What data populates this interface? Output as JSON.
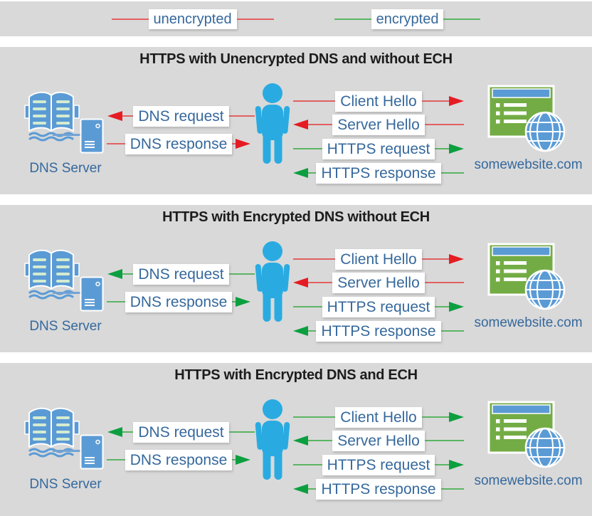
{
  "legend": {
    "items": [
      {
        "label": "unencrypted",
        "encrypted": false
      },
      {
        "label": "encrypted",
        "encrypted": true
      }
    ]
  },
  "colors": {
    "unencrypted_line": "#e26060",
    "unencrypted_arrow": "#e51c23",
    "encrypted_line": "#5bb563",
    "encrypted_arrow": "#0c9f3f",
    "panel_background": "#d9d9d9",
    "label_text": "#35689c",
    "title_text": "#1c1c1c",
    "person_blue": "#29abe2",
    "icon_blue": "#5b9bd5",
    "website_green": "#73ac44"
  },
  "icons": {
    "dns_server": "dns-directory-book-and-server-icon",
    "user": "person-icon",
    "website": "browser-window-with-globe-icon"
  },
  "panels": [
    {
      "title": "HTTPS with Unencrypted DNS and without ECH",
      "dns_server_label": "DNS Server",
      "website_label": "somewebsite.com",
      "dns_arrows": [
        {
          "label": "DNS request",
          "direction": "left",
          "encrypted": false
        },
        {
          "label": "DNS response",
          "direction": "right",
          "encrypted": false
        }
      ],
      "https_arrows": [
        {
          "label": "Client Hello",
          "direction": "right",
          "encrypted": false
        },
        {
          "label": "Server Hello",
          "direction": "left",
          "encrypted": false
        },
        {
          "label": "HTTPS request",
          "direction": "right",
          "encrypted": true
        },
        {
          "label": "HTTPS response",
          "direction": "left",
          "encrypted": true
        }
      ]
    },
    {
      "title": "HTTPS with Encrypted DNS without ECH",
      "dns_server_label": "DNS Server",
      "website_label": "somewebsite.com",
      "dns_arrows": [
        {
          "label": "DNS request",
          "direction": "left",
          "encrypted": true
        },
        {
          "label": "DNS response",
          "direction": "right",
          "encrypted": true
        }
      ],
      "https_arrows": [
        {
          "label": "Client Hello",
          "direction": "right",
          "encrypted": false
        },
        {
          "label": "Server Hello",
          "direction": "left",
          "encrypted": false
        },
        {
          "label": "HTTPS request",
          "direction": "right",
          "encrypted": true
        },
        {
          "label": "HTTPS response",
          "direction": "left",
          "encrypted": true
        }
      ]
    },
    {
      "title": "HTTPS with Encrypted DNS and ECH",
      "dns_server_label": "DNS Server",
      "website_label": "somewebsite.com",
      "dns_arrows": [
        {
          "label": "DNS request",
          "direction": "left",
          "encrypted": true
        },
        {
          "label": "DNS response",
          "direction": "right",
          "encrypted": true
        }
      ],
      "https_arrows": [
        {
          "label": "Client Hello",
          "direction": "right",
          "encrypted": true
        },
        {
          "label": "Server Hello",
          "direction": "left",
          "encrypted": true
        },
        {
          "label": "HTTPS request",
          "direction": "right",
          "encrypted": true
        },
        {
          "label": "HTTPS response",
          "direction": "left",
          "encrypted": true
        }
      ]
    }
  ]
}
